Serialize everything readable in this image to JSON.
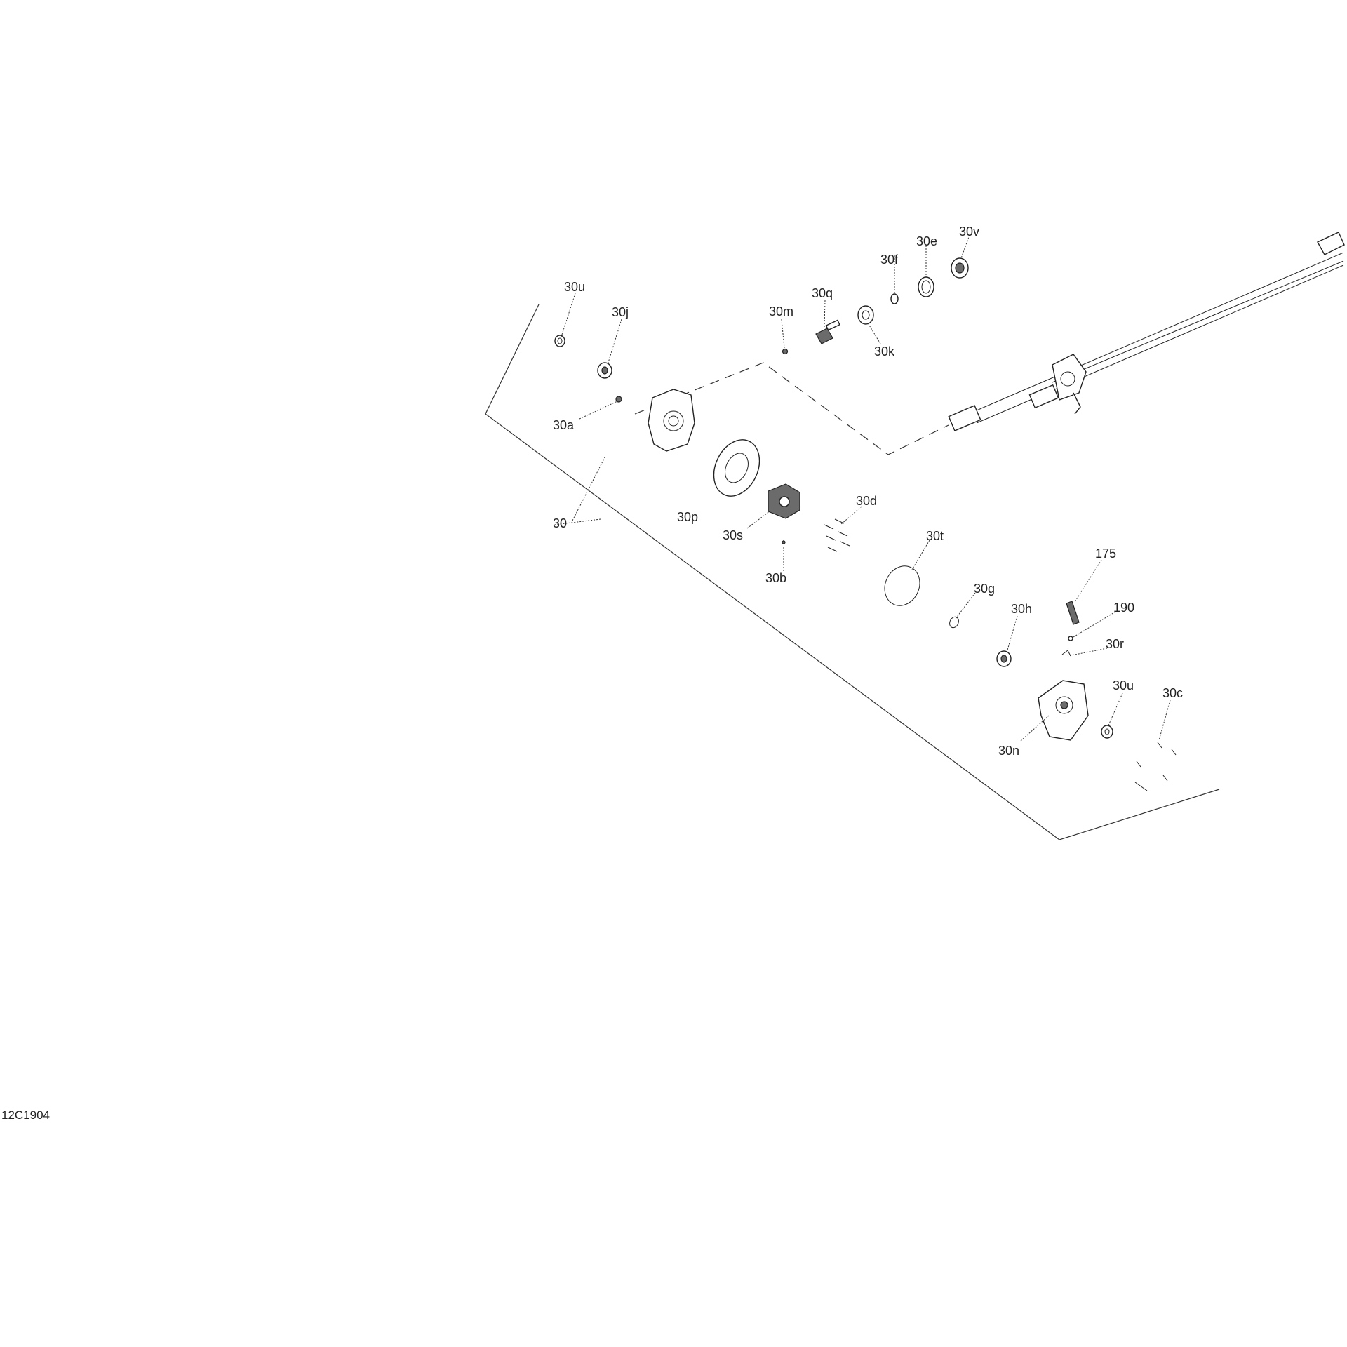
{
  "drawing_id": "12C1904",
  "callouts": {
    "c30": "30",
    "c30a": "30a",
    "c30b": "30b",
    "c30c": "30c",
    "c30d": "30d",
    "c30e": "30e",
    "c30f": "30f",
    "c30g": "30g",
    "c30h": "30h",
    "c30j": "30j",
    "c30k": "30k",
    "c30m": "30m",
    "c30n": "30n",
    "c30p": "30p",
    "c30q": "30q",
    "c30r": "30r",
    "c30s": "30s",
    "c30t": "30t",
    "c30u_top": "30u",
    "c30u_bottom": "30u",
    "c30v": "30v",
    "c175": "175",
    "c190": "190"
  }
}
